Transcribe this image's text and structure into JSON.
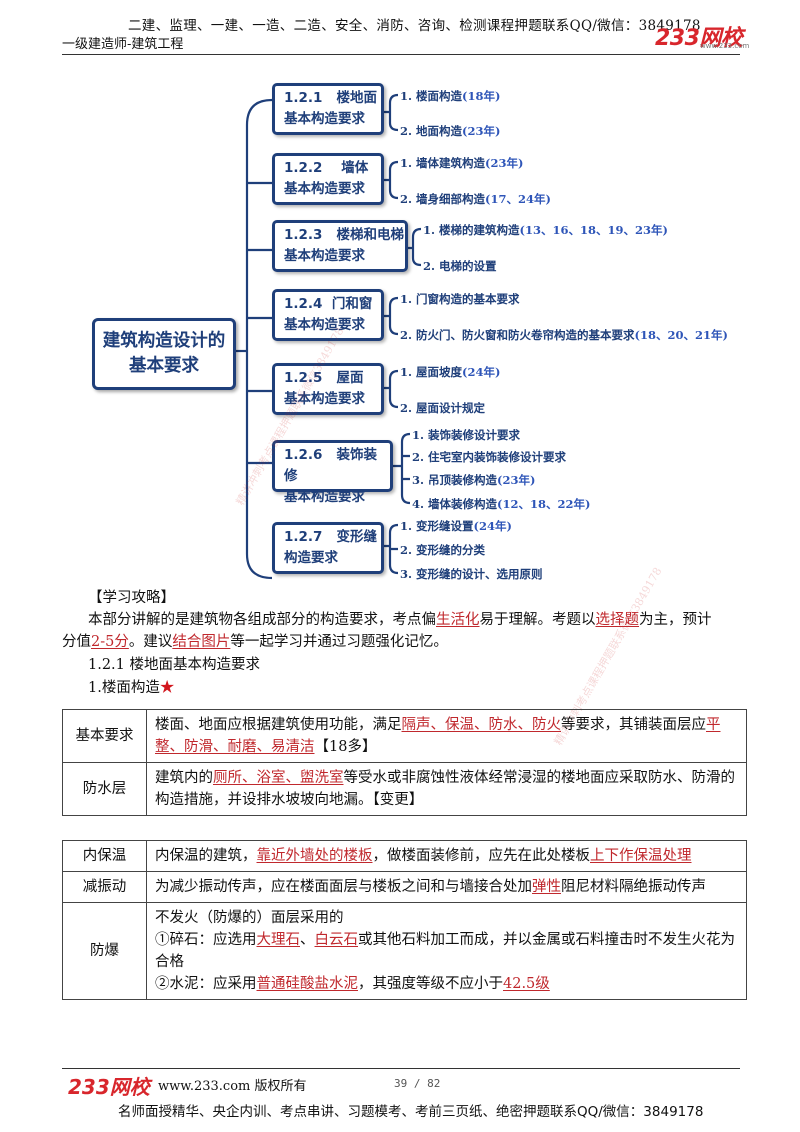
{
  "header": {
    "line1": "二建、监理、一建、一造、二造、安全、消防、咨询、检测课程押题联系QQ/微信：3849178",
    "line2": "一级建造师-建筑工程",
    "logo": "233网校",
    "logo_sub": "www.233.com"
  },
  "mindmap": {
    "root": "建筑构造设计的基本要求",
    "nodes": [
      {
        "num": "1.2.1",
        "title": "楼地面",
        "sub": "基本构造要求",
        "leaves": [
          {
            "t": "1. 楼面构造",
            "y": "(18年)"
          },
          {
            "t": "2. 地面构造",
            "y": "(23年)"
          }
        ]
      },
      {
        "num": "1.2.2",
        "title": "墙体",
        "sub": "基本构造要求",
        "leaves": [
          {
            "t": "1. 墙体建筑构造",
            "y": "(23年)"
          },
          {
            "t": "2. 墙身细部构造",
            "y": "(17、24年)"
          }
        ]
      },
      {
        "num": "1.2.3",
        "title": "楼梯和电梯",
        "sub": "基本构造要求",
        "leaves": [
          {
            "t": "1. 楼梯的建筑构造",
            "y": "(13、16、18、19、23年)"
          },
          {
            "t": "2. 电梯的设置",
            "y": ""
          }
        ]
      },
      {
        "num": "1.2.4",
        "title": "门和窗",
        "sub": "基本构造要求",
        "leaves": [
          {
            "t": "1. 门窗构造的基本要求",
            "y": ""
          },
          {
            "t": "2. 防火门、防火窗和防火卷帘构造的基本要求",
            "y": "(18、20、21年)"
          }
        ]
      },
      {
        "num": "1.2.5",
        "title": "屋面",
        "sub": "基本构造要求",
        "leaves": [
          {
            "t": "1. 屋面坡度",
            "y": "(24年)"
          },
          {
            "t": "2. 屋面设计规定",
            "y": ""
          }
        ]
      },
      {
        "num": "1.2.6",
        "title": "装饰装修",
        "sub": "基本构造要求",
        "leaves": [
          {
            "t": "1. 装饰装修设计要求",
            "y": ""
          },
          {
            "t": "2. 住宅室内装饰装修设计要求",
            "y": ""
          },
          {
            "t": "3. 吊顶装修构造",
            "y": "(23年)"
          },
          {
            "t": "4. 墙体装修构造",
            "y": "(12、18、22年)"
          }
        ]
      },
      {
        "num": "1.2.7",
        "title": "变形缝",
        "sub": "构造要求",
        "leaves": [
          {
            "t": "1. 变形缝设置",
            "y": "(24年)"
          },
          {
            "t": "2. 变形缝的分类",
            "y": ""
          },
          {
            "t": "3. 变形缝的设计、选用原则",
            "y": ""
          }
        ]
      }
    ]
  },
  "study": {
    "heading": "【学习攻略】",
    "p1a": "本部分讲解的是建筑物各组成部分的构造要求，考点偏",
    "p1b": "生活化",
    "p1c": "易于理解。考题以",
    "p1d": "选择题",
    "p1e": "为主，预计",
    "p2a": "分值",
    "p2b": "2-5分",
    "p2c": "。建议",
    "p2d": "结合图片",
    "p2e": "等一起学习并通过习题强化记忆。",
    "section": "1.2.1 楼地面基本构造要求",
    "subsection": "1.楼面构造",
    "star": "★"
  },
  "table1": {
    "r1_label": "基本要求",
    "r1_a": "楼面、地面应根据建筑使用功能，满足",
    "r1_b": "隔声、保温、防水、防火",
    "r1_c": "等要求，其铺装面层应",
    "r1_d": "平整、防滑、耐磨、易清洁",
    "r1_e": "【18多】",
    "r2_label": "防水层",
    "r2_a": "建筑内的",
    "r2_b": "厕所、浴室、盥洗室",
    "r2_c": "等受水或非腐蚀性液体经常浸湿的楼地面应采取防水、防滑的构造措施，并设排水坡坡向地漏。【变更】"
  },
  "table2": {
    "r1_label": "内保温",
    "r1_a": "内保温的建筑，",
    "r1_b": "靠近外墙处的楼板",
    "r1_c": "，做楼面装修前，应先在此处楼板",
    "r1_d": "上下作保温处理",
    "r2_label": "减振动",
    "r2_a": "为减少振动传声，应在楼面面层与楼板之间和与墙接合处加",
    "r2_b": "弹性",
    "r2_c": "阻尼材料隔绝振动传声",
    "r3_label": "防爆",
    "r3_l1": "不发火（防爆的）面层采用的",
    "r3_l2a": "①碎石：应选用",
    "r3_l2b": "大理石",
    "r3_l2c": "、",
    "r3_l2d": "白云石",
    "r3_l2e": "或其他石料加工而成，并以金属或石料撞击时不发生火花为合格",
    "r3_l3a": "②水泥：应采用",
    "r3_l3b": "普通硅酸盐水泥",
    "r3_l3c": "，其强度等级不应小于",
    "r3_l3d": "42.5级"
  },
  "footer": {
    "logo": "233网校",
    "site": "www.233.com 版权所有",
    "page": "39 / 82",
    "line2": "名师面授精华、央企内训、考点串讲、习题模考、考前三页纸、绝密押题联系QQ/微信：3849178"
  },
  "watermark": "精讲冲刺考点课程押题联系微信3849178",
  "colors": {
    "accent": "#c0282d",
    "mindmap": "#1f3f7a",
    "brand": "#d8262c"
  }
}
